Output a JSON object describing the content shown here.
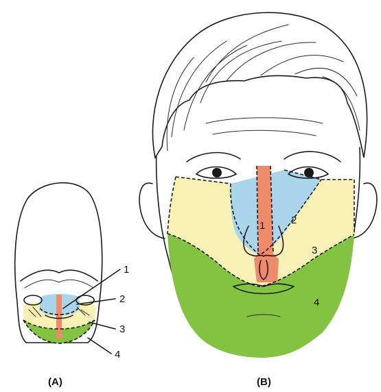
{
  "colors": {
    "zone1": "#ee8b6b",
    "zone2": "#a9d4ea",
    "zone3": "#f8f0b4",
    "zone4": "#83c341",
    "line": "#1a1a1a"
  },
  "panel_a": {
    "caption": "(A)",
    "labels": [
      "1",
      "2",
      "3",
      "4"
    ]
  },
  "panel_b": {
    "caption": "(B)",
    "labels": [
      "1",
      "2",
      "3",
      "4"
    ]
  }
}
